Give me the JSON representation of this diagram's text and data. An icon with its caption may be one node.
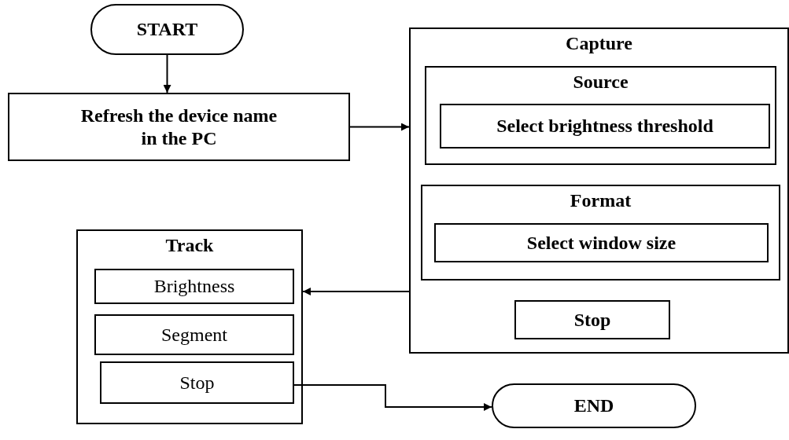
{
  "diagram": {
    "nodes": [
      {
        "text": [
          "START"
        ]
      },
      {
        "text": [
          "Refresh the device name in the PC"
        ]
      },
      {
        "text": [
          "Capture"
        ]
      },
      {
        "text": [
          "Source"
        ],
        "in": 2
      },
      {
        "text": [
          "Select brightness threshold"
        ],
        "in": 3
      },
      {
        "text": [
          "Format"
        ],
        "in": 2
      },
      {
        "text": [
          "Select window size"
        ],
        "in": 5
      },
      {
        "text": [
          "Stop"
        ],
        "in": 2
      },
      {
        "text": [
          "Track"
        ]
      },
      {
        "text": [
          "Brightness"
        ],
        "in": 8
      },
      {
        "text": [
          "Segment"
        ],
        "in": 8
      },
      {
        "text": [
          "Stop"
        ],
        "in": 8
      },
      {
        "text": [
          "END"
        ]
      }
    ],
    "edges": [
      {
        "from": 0,
        "to": 1,
        "arrow": "to"
      },
      {
        "from": 1,
        "to": 2,
        "arrow": "to"
      },
      {
        "from": 2,
        "to": 8,
        "arrow": "to"
      },
      {
        "from": 11,
        "to": 12,
        "arrow": "to"
      }
    ]
  }
}
